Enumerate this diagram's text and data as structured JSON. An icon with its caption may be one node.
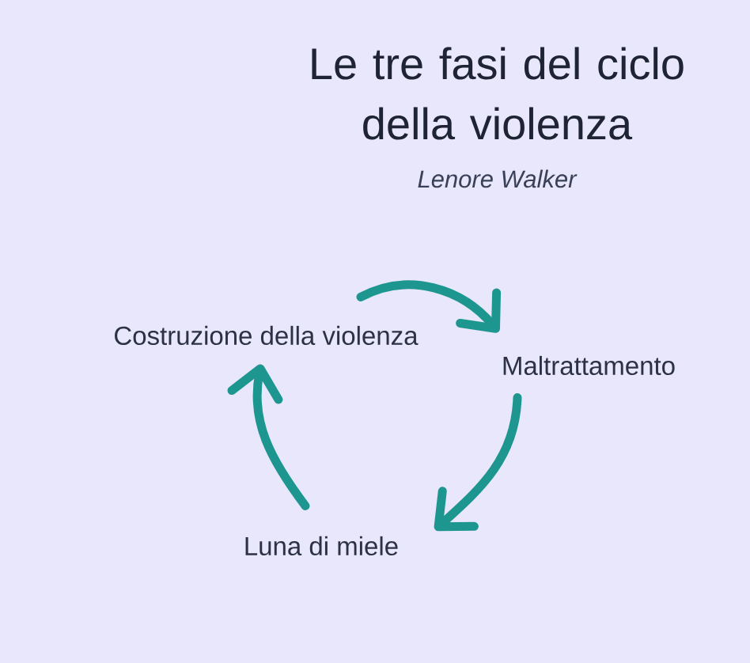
{
  "diagram": {
    "title": "Le tre fasi del ciclo della violenza",
    "nodes": [
      {
        "text": [
          "Costruzione della violenza"
        ]
      },
      {
        "text": [
          "Maltrattamento"
        ]
      },
      {
        "text": [
          "Luna di miele"
        ]
      }
    ],
    "edges": [
      {
        "from": 0,
        "to": 1,
        "arrow": "to"
      },
      {
        "from": 1,
        "to": 2,
        "arrow": "to"
      },
      {
        "from": 2,
        "to": 0,
        "arrow": "to"
      }
    ],
    "labels": [
      "Lenore Walker"
    ]
  }
}
